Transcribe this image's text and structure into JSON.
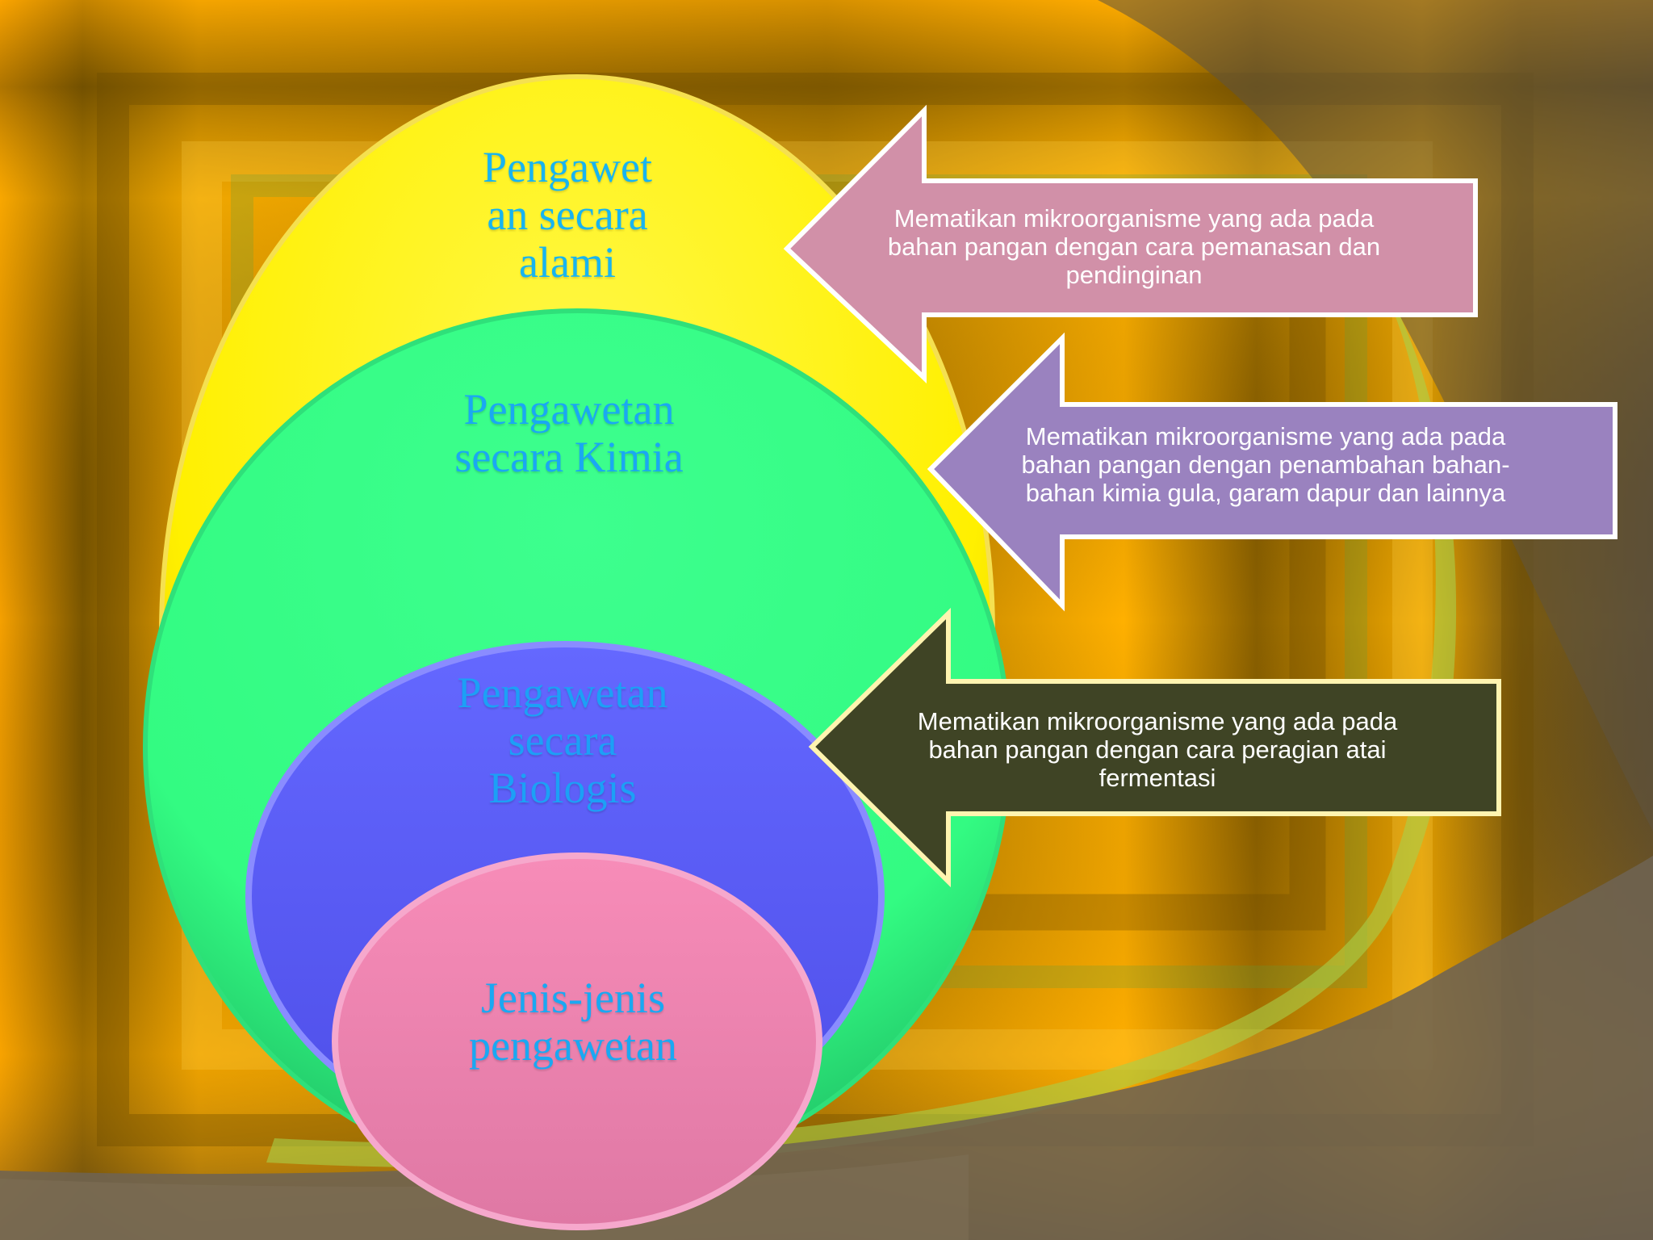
{
  "diagram": {
    "ovals": [
      {
        "id": "alami",
        "label": "Pengawetan secara alami",
        "lines": [
          "Pengawet",
          "an secara",
          "alami"
        ],
        "fill": "#fff000",
        "text_color": "#18b4f0"
      },
      {
        "id": "kimia",
        "label": "Pengawetan secara Kimia",
        "lines": [
          "Pengawetan",
          "secara Kimia"
        ],
        "fill": "#34fb84",
        "text_color": "#1aa8f2"
      },
      {
        "id": "biologis",
        "label": "Pengawetan secara Biologis",
        "lines": [
          "Pengawetan",
          "secara",
          "Biologis"
        ],
        "fill": "#5a5ef8",
        "text_color": "#1ca0f6"
      },
      {
        "id": "jenis",
        "label": "Jenis-jenis pengawetan",
        "lines": [
          "Jenis-jenis",
          "pengawetan"
        ],
        "fill": "#f58cb6",
        "text_color": "#1aa8f2"
      }
    ],
    "arrows": [
      {
        "id": "alami",
        "lines": [
          "Mematikan mikroorganisme yang ada pada",
          "bahan pangan dengan cara pemanasan dan",
          "pendinginan"
        ],
        "fill": "#d190a8"
      },
      {
        "id": "kimia",
        "lines": [
          "Mematikan mikroorganisme yang ada pada",
          "bahan pangan dengan penambahan bahan-",
          "bahan kimia gula, garam dapur dan lainnya"
        ],
        "fill": "#9a82bf"
      },
      {
        "id": "biologis",
        "lines": [
          "Mematikan mikroorganisme yang ada pada",
          "bahan pangan dengan cara peragian atai",
          "fermentasi"
        ],
        "fill": "#3f4425"
      }
    ]
  }
}
